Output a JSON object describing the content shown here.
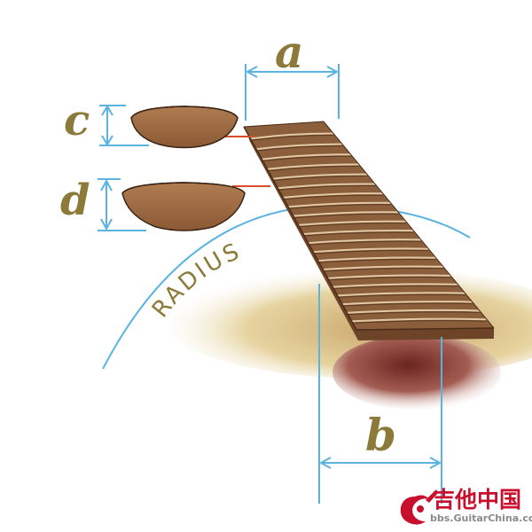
{
  "labels": {
    "a": "a",
    "b": "b",
    "c": "c",
    "d": "d",
    "radius": "RADIUS"
  },
  "watermark": {
    "chinese": "吉他中国",
    "url": "bbs.GuitarChina.com"
  },
  "colors": {
    "dimension_line": "#5bb4e0",
    "label": "#8b7a3a",
    "fretboard": "#8b5e3c",
    "fret_wire": "#d4b896",
    "profile_fill": "#9a6a44",
    "connector": "#d94c2a",
    "body_beige": "#e8d9a8",
    "body_shadow": "#7a2f28"
  }
}
